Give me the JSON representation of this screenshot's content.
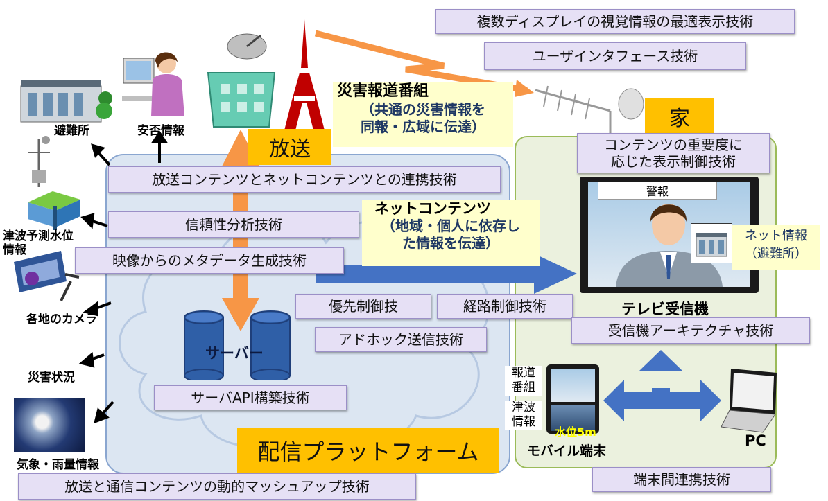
{
  "technologies": {
    "multi_display": "複数ディスプレイの視覚情報の最適表示技術",
    "ui": "ユーザインタフェース技術",
    "importance_line1": "コンテンツの重要度に",
    "importance_line2": "応じた表示制御技術",
    "linkage": "放送コンテンツとネットコンテンツとの連携技術",
    "reliability": "信頼性分析技術",
    "metadata": "映像からのメタデータ生成技術",
    "priority": "優先制御技",
    "route": "経路制御技術",
    "adhoc": "アドホック送信技術",
    "receiver_arch": "受信機アーキテクチャ技術",
    "server_api": "サーバAPI構築技術",
    "terminal_link": "端末間連携技術",
    "mashup": "放送と通信コンテンツの動的マッシュアップ技術"
  },
  "labels": {
    "broadcast": "放送",
    "home": "家",
    "platform": "配信プラットフォーム",
    "disaster_program": "災害報道番組",
    "disaster_program_desc_line1": "（共通の災害情報を",
    "disaster_program_desc_line2": "同報・広域に伝達）",
    "net_contents": "ネットコンテンツ",
    "net_contents_desc_line1": "（地域・個人に依存し",
    "net_contents_desc_line2": "た情報を伝達）",
    "server": "サーバー",
    "tv": "テレビ受信機",
    "mobile": "モバイル端末",
    "pc": "PC",
    "shelter": "避難所",
    "safety": "安否情報",
    "tsunami_line1": "津波予測水位",
    "tsunami_line2": "情報",
    "camera": "各地のカメラ",
    "disaster": "災害状況",
    "weather": "気象・雨量情報",
    "alert": "警報",
    "net_info_line1": "ネット情報",
    "net_info_line2": "（避難所）",
    "mobile_news_line1": "報道",
    "mobile_news_line2": "番組",
    "mobile_tsunami_line1": "津波",
    "mobile_tsunami_line2": "情報",
    "water_level": "水位5m"
  },
  "colors": {
    "tech_box": "#e6e0f5",
    "orange": "#ffc000",
    "platform_bg": "#dce6f2",
    "home_bg": "#ebf1de",
    "arrow_blue": "#4472c4",
    "arrow_orange": "#f79646"
  }
}
